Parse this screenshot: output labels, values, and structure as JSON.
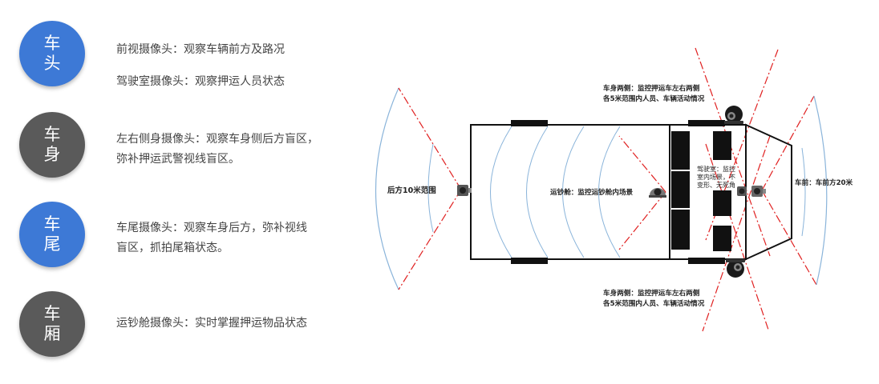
{
  "colors": {
    "blue": "#3d79d6",
    "gray": "#5a5a5a",
    "ray": "#e02020",
    "cone": "#8ab4da"
  },
  "categories": [
    {
      "line1": "车",
      "line2": "头",
      "color": "blue",
      "desc": [
        "前视摄像头：观察车辆前方及路况",
        "驾驶室摄像头：观察押运人员状态"
      ]
    },
    {
      "line1": "车",
      "line2": "身",
      "color": "gray",
      "desc": [
        "左右侧身摄像头：观察车身侧后方盲区，",
        "弥补押运武警视线盲区。"
      ]
    },
    {
      "line1": "车",
      "line2": "尾",
      "color": "blue",
      "desc": [
        "车尾摄像头：观察车身后方，弥补视线",
        "盲区，抓拍尾箱状态。"
      ]
    },
    {
      "line1": "车",
      "line2": "厢",
      "color": "gray",
      "desc": [
        "运钞舱摄像头：实时掌握押运物品状态"
      ]
    }
  ],
  "diagram": {
    "rear_label": "后方10米范围",
    "cargo_label": "运钞舱：监控运钞舱内场景",
    "cab_label": [
      "驾驶室：监控",
      "室内场景，不",
      "变形、无死角"
    ],
    "front_label": "车前：车前方20米",
    "side_top_label": [
      "车身两侧：监控押运车左右两侧",
      "各5米范围内人员、车辆活动情况"
    ],
    "side_bottom_label": [
      "车身两侧：监控押运车左右两侧",
      "各5米范围内人员、车辆活动情况"
    ]
  }
}
